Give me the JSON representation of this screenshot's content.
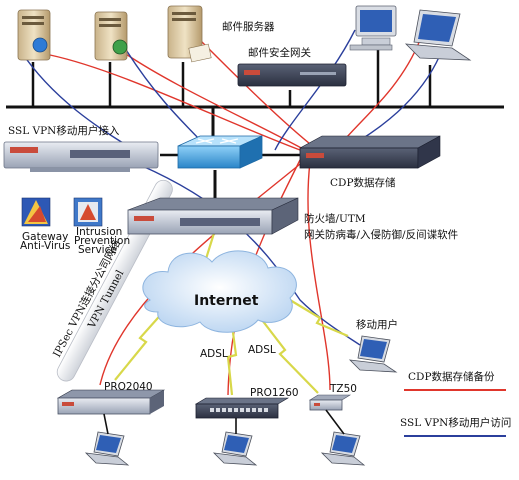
{
  "labels": {
    "mail_server": "邮件服务器",
    "mail_gateway": "邮件安全网关",
    "ssl_vpn": "SSL VPN移动用户接入",
    "cdp": "CDP数据存储",
    "firewall_1": "防火墙/UTM",
    "firewall_2": "网关防病毒/入侵防御/反间谍软件",
    "gav_1": "Gateway",
    "gav_2": "Anti-Virus",
    "ips_1": "Intrusion",
    "ips_2": "Prevention",
    "ips_3": "Service",
    "internet": "Internet",
    "ipsec_1": "IPSec VPN连接分公司网络",
    "ipsec_2": "VPN Tunnel",
    "mobile_user": "移动用户",
    "adsl_left": "ADSL",
    "adsl_right": "ADSL",
    "pro2040": "PRO2040",
    "pro1260": "PRO1260",
    "tz50": "TZ50"
  },
  "legend": {
    "cdp_backup": "CDP数据存储备份",
    "ssl_access": "SSL VPN移动用户访问"
  },
  "colors": {
    "cdp_line": "#e0362c",
    "ssl_line": "#2b3f9c",
    "wan_link": "#d8d84a",
    "bus": "#111111",
    "cloud": "#bcd6f2"
  }
}
